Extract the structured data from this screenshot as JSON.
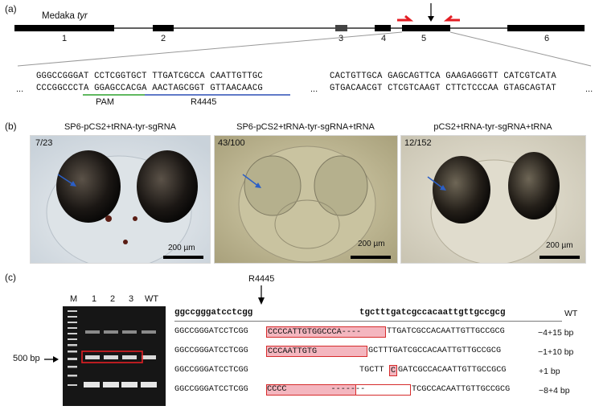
{
  "panel_a": {
    "label": "(a)",
    "gene_prefix": "Medaka ",
    "gene_name": "tyr",
    "exons": [
      "1",
      "2",
      "3",
      "4",
      "5",
      "6"
    ],
    "seq_top_left": "GGGCCGGGAT CCTCGGTGCT TTGATCGCCA CAATTGTTGC",
    "seq_bot_left": "CCCGGCCCTA GGAGCCACGA AACTAGCGGT GTTAACAACG",
    "seq_top_right": "CACTGTTGCA GAGCAGTTCA GAAGAGGGTT CATCGTCATA",
    "seq_bot_right": "GTGACAACGT CTCGTCAAGT CTTCTCCCAA GTAGCAGTAT",
    "ellipsis": "...",
    "pam_label": "PAM",
    "target_label": "R4445",
    "colors": {
      "primer": "#e31e24",
      "pam_line": "#2ca02c",
      "target_line": "#2b4fb5"
    }
  },
  "panel_b": {
    "label": "(b)",
    "images": [
      {
        "title": "SP6-pCS2+tRNA-tyr-sgRNA",
        "count": "7/23",
        "scale": "200 µm"
      },
      {
        "title": "SP6-pCS2+tRNA-tyr-sgRNA+tRNA",
        "count": "43/100",
        "scale": "200 µm"
      },
      {
        "title": "pCS2+tRNA-tyr-sgRNA+tRNA",
        "count": "12/152",
        "scale": "200 µm"
      }
    ]
  },
  "panel_c": {
    "label": "(c)",
    "lanes": [
      "M",
      "1",
      "2",
      "3",
      "WT"
    ],
    "marker_label": "500 bp",
    "site_label": "R4445",
    "wt_left": "ggccgggatcctcgg",
    "wt_right": "tgctttgatcgccacaattgttgccgcg",
    "wt_tag": "WT",
    "rows": [
      {
        "prefix": "GGCCGGGATCCTCGG",
        "boxed": "CCCCATTGTGGCCCA----",
        "suffix": "TTGATCGCCACAATTGTTGCCGCG",
        "tag": "−4+15 bp"
      },
      {
        "prefix": "GGCCGGGATCCTCGG",
        "boxed": "CCCAATTGTG",
        "suffix": "GCTTTGATCGCCACAATTGTTGCCGCG",
        "tag": "−1+10 bp"
      },
      {
        "prefix": "GGCCGGGATCCTCGG",
        "mid": "TGCTT",
        "boxed": "C",
        "suffix": "GATCGCCACAATTGTTGCCGCG",
        "tag": "+1 bp"
      },
      {
        "prefix": "GGCCGGGATCCTCGG",
        "boxed": "CCCC         -------",
        "suffix": "TCGCCACAATTGTTGCCGCG",
        "tag": "−8+4 bp"
      }
    ]
  }
}
